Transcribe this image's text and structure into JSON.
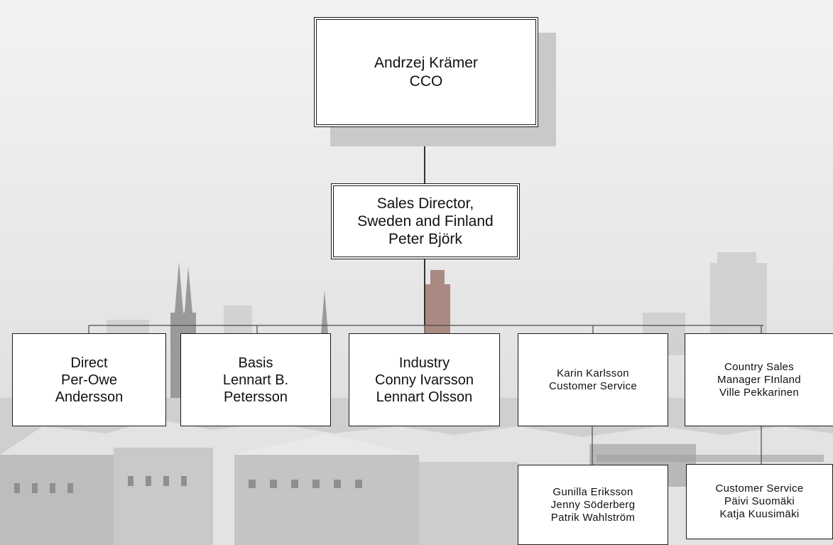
{
  "org_chart": {
    "root": {
      "name": "Andrzej Krämer",
      "title": "CCO"
    },
    "director": {
      "line1": "Sales Director,",
      "line2": "Sweden and Finland",
      "line3": "Peter Björk"
    },
    "units": [
      {
        "line1": "Direct",
        "line2": "Per-Owe",
        "line3": "Andersson"
      },
      {
        "line1": "Basis",
        "line2": "Lennart B.",
        "line3": "Petersson"
      },
      {
        "line1": "Industry",
        "line2": "Conny Ivarsson",
        "line3": "Lennart Olsson"
      },
      {
        "line1": "Karin Karlsson",
        "line2": "Customer Service"
      },
      {
        "line1": "Country Sales",
        "line2": "Manager FInland",
        "line3": "Ville Pekkarinen"
      }
    ],
    "sub_units": [
      {
        "line1": "Gunilla Eriksson",
        "line2": "Jenny Söderberg",
        "line3": "Patrik Wahlström"
      },
      {
        "line1": "Customer Service",
        "line2": "Päivi Suomäki",
        "line3": "Katja Kuusimäki"
      }
    ]
  },
  "colors": {
    "background": "#efefef",
    "box_fill": "#ffffff",
    "box_border": "#1a1a1a",
    "shadow": "#c9c9c9",
    "connector": "#333333"
  }
}
